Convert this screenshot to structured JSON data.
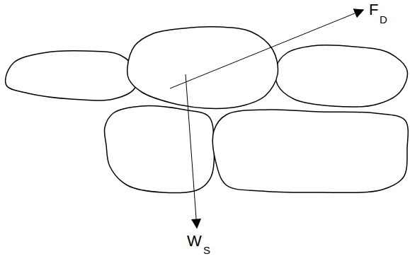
{
  "diagram": {
    "labels": [
      "F",
      "D",
      "W",
      "S"
    ]
  }
}
